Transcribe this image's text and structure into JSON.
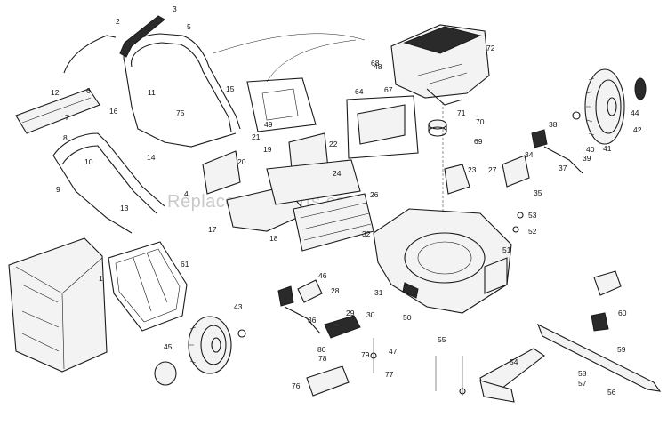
{
  "diagram": {
    "watermark": "ReplacementParts.com",
    "part_numbers": [
      "1",
      "2",
      "3",
      "4",
      "5",
      "6",
      "7",
      "8",
      "9",
      "10",
      "11",
      "12",
      "13",
      "14",
      "15",
      "16",
      "17",
      "18",
      "19",
      "20",
      "21",
      "22",
      "23",
      "24",
      "26",
      "27",
      "28",
      "29",
      "30",
      "31",
      "32",
      "34",
      "35",
      "36",
      "37",
      "38",
      "39",
      "40",
      "41",
      "42",
      "43",
      "44",
      "45",
      "46",
      "47",
      "48",
      "49",
      "50",
      "51",
      "52",
      "53",
      "54",
      "55",
      "56",
      "57",
      "58",
      "59",
      "60",
      "61",
      "64",
      "67",
      "68",
      "69",
      "70",
      "71",
      "72",
      "75",
      "76",
      "77",
      "78",
      "79",
      "80"
    ]
  }
}
